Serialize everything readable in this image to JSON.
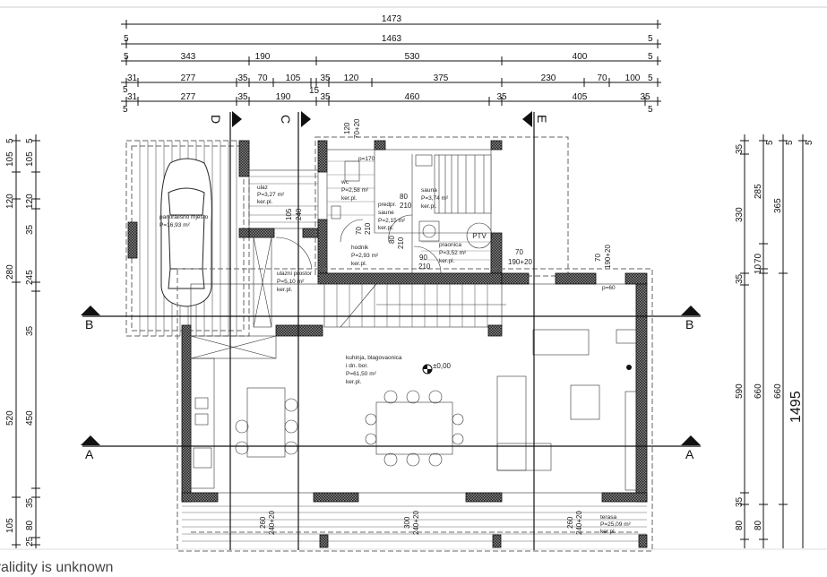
{
  "footer": {
    "validity_notice": "validity is unknown"
  },
  "dimensions": {
    "top": {
      "row1": [
        "1473"
      ],
      "row2": [
        "5",
        "1463",
        "5"
      ],
      "row3": [
        "5",
        "343",
        "190",
        "530",
        "400",
        "5"
      ],
      "row4": [
        "31",
        "277",
        "35",
        "70",
        "105",
        "35",
        "120",
        "375",
        "230",
        "70",
        "100",
        "5",
        "5",
        "15"
      ],
      "row5": [
        "31",
        "277",
        "35",
        "190",
        "35",
        "460",
        "35",
        "405",
        "35",
        "5",
        "5"
      ]
    },
    "left": {
      "outer": [
        "5",
        "105",
        "120",
        "280",
        "520",
        "105"
      ],
      "inner": [
        "5",
        "105",
        "120",
        "35",
        "245",
        "35",
        "450",
        "35",
        "80",
        "25"
      ]
    },
    "right": {
      "col1": [
        "35",
        "330",
        "35",
        "590",
        "35",
        "80"
      ],
      "col2": [
        "5",
        "285",
        "10",
        "70",
        "660",
        "80"
      ],
      "col3": [
        "5",
        "365",
        "660"
      ],
      "col4": [
        "5",
        "1495"
      ]
    }
  },
  "sections": {
    "d": "D",
    "c": "C",
    "e": "E",
    "b_left": "B",
    "b_right": "B",
    "a_left": "A",
    "a_right": "A"
  },
  "rooms": {
    "parking": {
      "name": "parkirališno mjesto",
      "area": "P=16,93 m²"
    },
    "entry": {
      "name": "ulaz",
      "area": "P=3,27 m²",
      "floor": "ker.pl."
    },
    "wc": {
      "name": "wc",
      "area": "P=2,58 m²",
      "floor": "ker.pl."
    },
    "sauna_anteroom": {
      "name1": "predpr.",
      "name2": "saune",
      "area": "P=2,15 m²",
      "floor": "ker.pl."
    },
    "sauna": {
      "name": "sauna",
      "area": "P=3,74 m²",
      "floor": "ker.pl."
    },
    "hallway": {
      "name": "hodnik",
      "area": "P=2,93 m²",
      "floor": "ker.pl."
    },
    "laundry": {
      "name": "praonica",
      "area": "P=3,52 m²",
      "floor": "ker.pl."
    },
    "entrance_space": {
      "name": "ulazni prostor",
      "area": "P=5,10 m²",
      "floor": "ker.pl."
    },
    "kitchen": {
      "name1": "kuhinja, blagovaonica",
      "name2": "i dn. bor.",
      "area": "P=61,50 m²",
      "floor": "ker.pl."
    },
    "terrace": {
      "name": "terasa",
      "area": "P=25,09 m²",
      "floor": "ker.pl."
    }
  },
  "elevation": "±0,00",
  "boiler": "PTV",
  "openings": {
    "wc_window": [
      "120",
      "70+20"
    ],
    "wc_p": "p=170",
    "sauna_door": [
      "80",
      "210"
    ],
    "wc_door": [
      "70",
      "210"
    ],
    "anteroom_door": [
      "80",
      "210"
    ],
    "laundry_door": [
      "90",
      "210"
    ],
    "laundry_window": [
      "70",
      "190+20"
    ],
    "living_window": [
      "70",
      "190+20"
    ],
    "living_p": "p=60",
    "entry_window": [
      "105",
      "240"
    ],
    "terrace_doors": [
      [
        "260",
        "240+20"
      ],
      [
        "300",
        "240+20"
      ],
      [
        "260",
        "240+20"
      ]
    ]
  }
}
